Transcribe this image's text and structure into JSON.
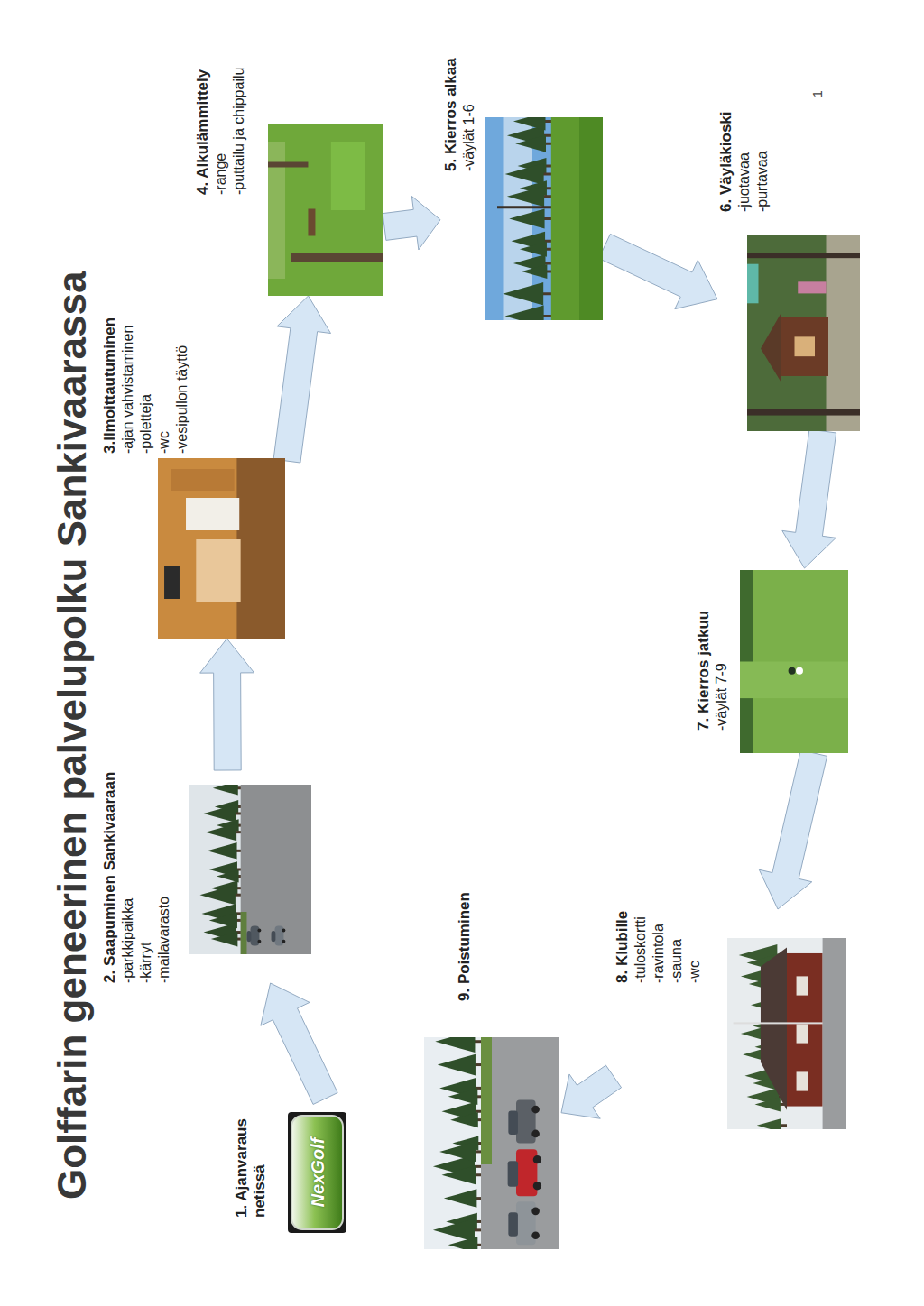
{
  "diagram": {
    "title": "Golffarin geneerinen palvelupolku Sankivaarassa",
    "nodes": [
      {
        "text": [
          "1. Ajanvaraus netissä"
        ]
      },
      {
        "text": [
          "2. Saapuminen Sankivaaraan",
          "-parkkipaikka",
          "-kärryt",
          "-mailavarasto"
        ]
      },
      {
        "text": [
          "3.Ilmoittautuminen",
          "-ajan vahvistaminen",
          "-poletteja",
          "-wc",
          "-vesipullon täyttö"
        ]
      },
      {
        "text": [
          "4. Alkulämmittely",
          "-range",
          "-puttailu ja chippailu"
        ]
      },
      {
        "text": [
          "5. Kierros alkaa",
          "-väylät 1-6"
        ]
      },
      {
        "text": [
          "6. Väyläkioski",
          "-juotavaa",
          "-purtavaa"
        ]
      },
      {
        "text": [
          "7. Kierros jatkuu",
          "-väylät 7-9"
        ]
      },
      {
        "text": [
          "8. Klubille",
          "-tuloskortti",
          "-ravintola",
          "-sauna",
          "-wc"
        ]
      },
      {
        "text": [
          "9. Poistuminen"
        ]
      }
    ],
    "edges": [
      {
        "from": 0,
        "to": 1,
        "arrow": "to"
      },
      {
        "from": 1,
        "to": 2,
        "arrow": "to"
      },
      {
        "from": 2,
        "to": 3,
        "arrow": "to"
      },
      {
        "from": 3,
        "to": 4,
        "arrow": "to"
      },
      {
        "from": 4,
        "to": 5,
        "arrow": "to"
      },
      {
        "from": 5,
        "to": 6,
        "arrow": "to"
      },
      {
        "from": 6,
        "to": 7,
        "arrow": "to"
      },
      {
        "from": 7,
        "to": 8,
        "arrow": "to"
      }
    ],
    "labels": [
      "NexGolf",
      "1"
    ]
  }
}
